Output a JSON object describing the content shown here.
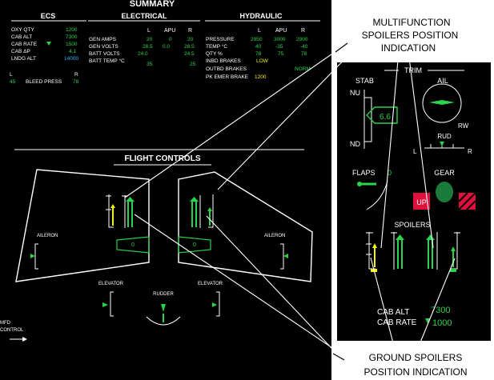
{
  "colors": {
    "green": "#2bd34a",
    "cyan": "#39b0ff",
    "yellow": "#f2f21a",
    "white": "#ffffff",
    "red": "#e0103c",
    "dim_green": "#1a7a3a"
  },
  "summary": {
    "title": "SUMMARY",
    "ecs": {
      "header": "ECS",
      "rows": [
        {
          "label": "OXY QTY",
          "value": "1200"
        },
        {
          "label": "CAB ALT",
          "value": "7300"
        },
        {
          "label": "CAB RATE",
          "value": "1500"
        },
        {
          "label": "CAB ΔP",
          "value": "4.1"
        },
        {
          "label": "LNDG ALT",
          "value": "14000"
        }
      ]
    },
    "electrical": {
      "header": "ELECTRICAL",
      "cols": [
        "L",
        "APU",
        "R"
      ],
      "rows": [
        {
          "label": "GEN AMPS",
          "values": [
            "20",
            "0",
            "20"
          ]
        },
        {
          "label": "GEN VOLTS",
          "values": [
            "28.5",
            "0.0",
            "28.5"
          ]
        },
        {
          "label": "BATT VOLTS",
          "values": [
            "24.0",
            "",
            "24.5"
          ]
        },
        {
          "label": "BATT TEMP °C",
          "values": [
            "35",
            "",
            "25"
          ]
        }
      ]
    },
    "hydraulic": {
      "header": "HYDRAULIC",
      "cols": [
        "L",
        "APU",
        "R"
      ],
      "rows": [
        {
          "label": "PRESSURE",
          "values": [
            "2950",
            "3000",
            "2900"
          ]
        },
        {
          "label": "TEMP °C",
          "values": [
            "40",
            "-35",
            "-40"
          ]
        },
        {
          "label": "QTY %",
          "values": [
            "78",
            "75",
            "78"
          ]
        },
        {
          "label": "INBD BRAKES",
          "values": [
            "LOW",
            "",
            ""
          ]
        },
        {
          "label": "OUTBD BRAKES",
          "values": [
            "",
            "",
            "NORM"
          ]
        },
        {
          "label": "PK EMER BRAKE",
          "values": [
            "1200",
            "",
            ""
          ]
        }
      ]
    },
    "bleed": {
      "label": "BLEED PRESS",
      "left_label": "L",
      "right_label": "R",
      "left_value": "45",
      "right_value": "78"
    }
  },
  "flight_controls": {
    "title": "FLIGHT CONTROLS",
    "aileron_left": "AILERON",
    "aileron_right": "AILERON",
    "aileron_left_value": "0",
    "aileron_right_value": "0",
    "elevator_left": "ELEVATOR",
    "elevator_right": "ELEVATOR",
    "rudder": "RUDDER",
    "mfd_control": "MFD\nCONTROL"
  },
  "trim_panel": {
    "trim": "TRIM",
    "stab": "STAB",
    "nu": "NU",
    "nd": "ND",
    "stab_value": "6.6",
    "ail": "AIL",
    "rw": "RW",
    "rud": "RUD",
    "l": "L",
    "r": "R",
    "flaps": "FLAPS",
    "flaps_value": "0",
    "gear": "GEAR",
    "up": "UP",
    "spoilers": "SPOILERS",
    "cab_alt_label": "CAB ALT",
    "cab_alt_value": "7300",
    "cab_rate_label": "CAB RATE",
    "cab_rate_value": "1000"
  },
  "callouts": {
    "mfs_line1": "MULTIFUNCTION",
    "mfs_line2": "SPOILERS POSITION",
    "mfs_line3": "INDICATION",
    "gs_line1": "GROUND SPOILERS",
    "gs_line2": "POSITION INDICATION"
  }
}
